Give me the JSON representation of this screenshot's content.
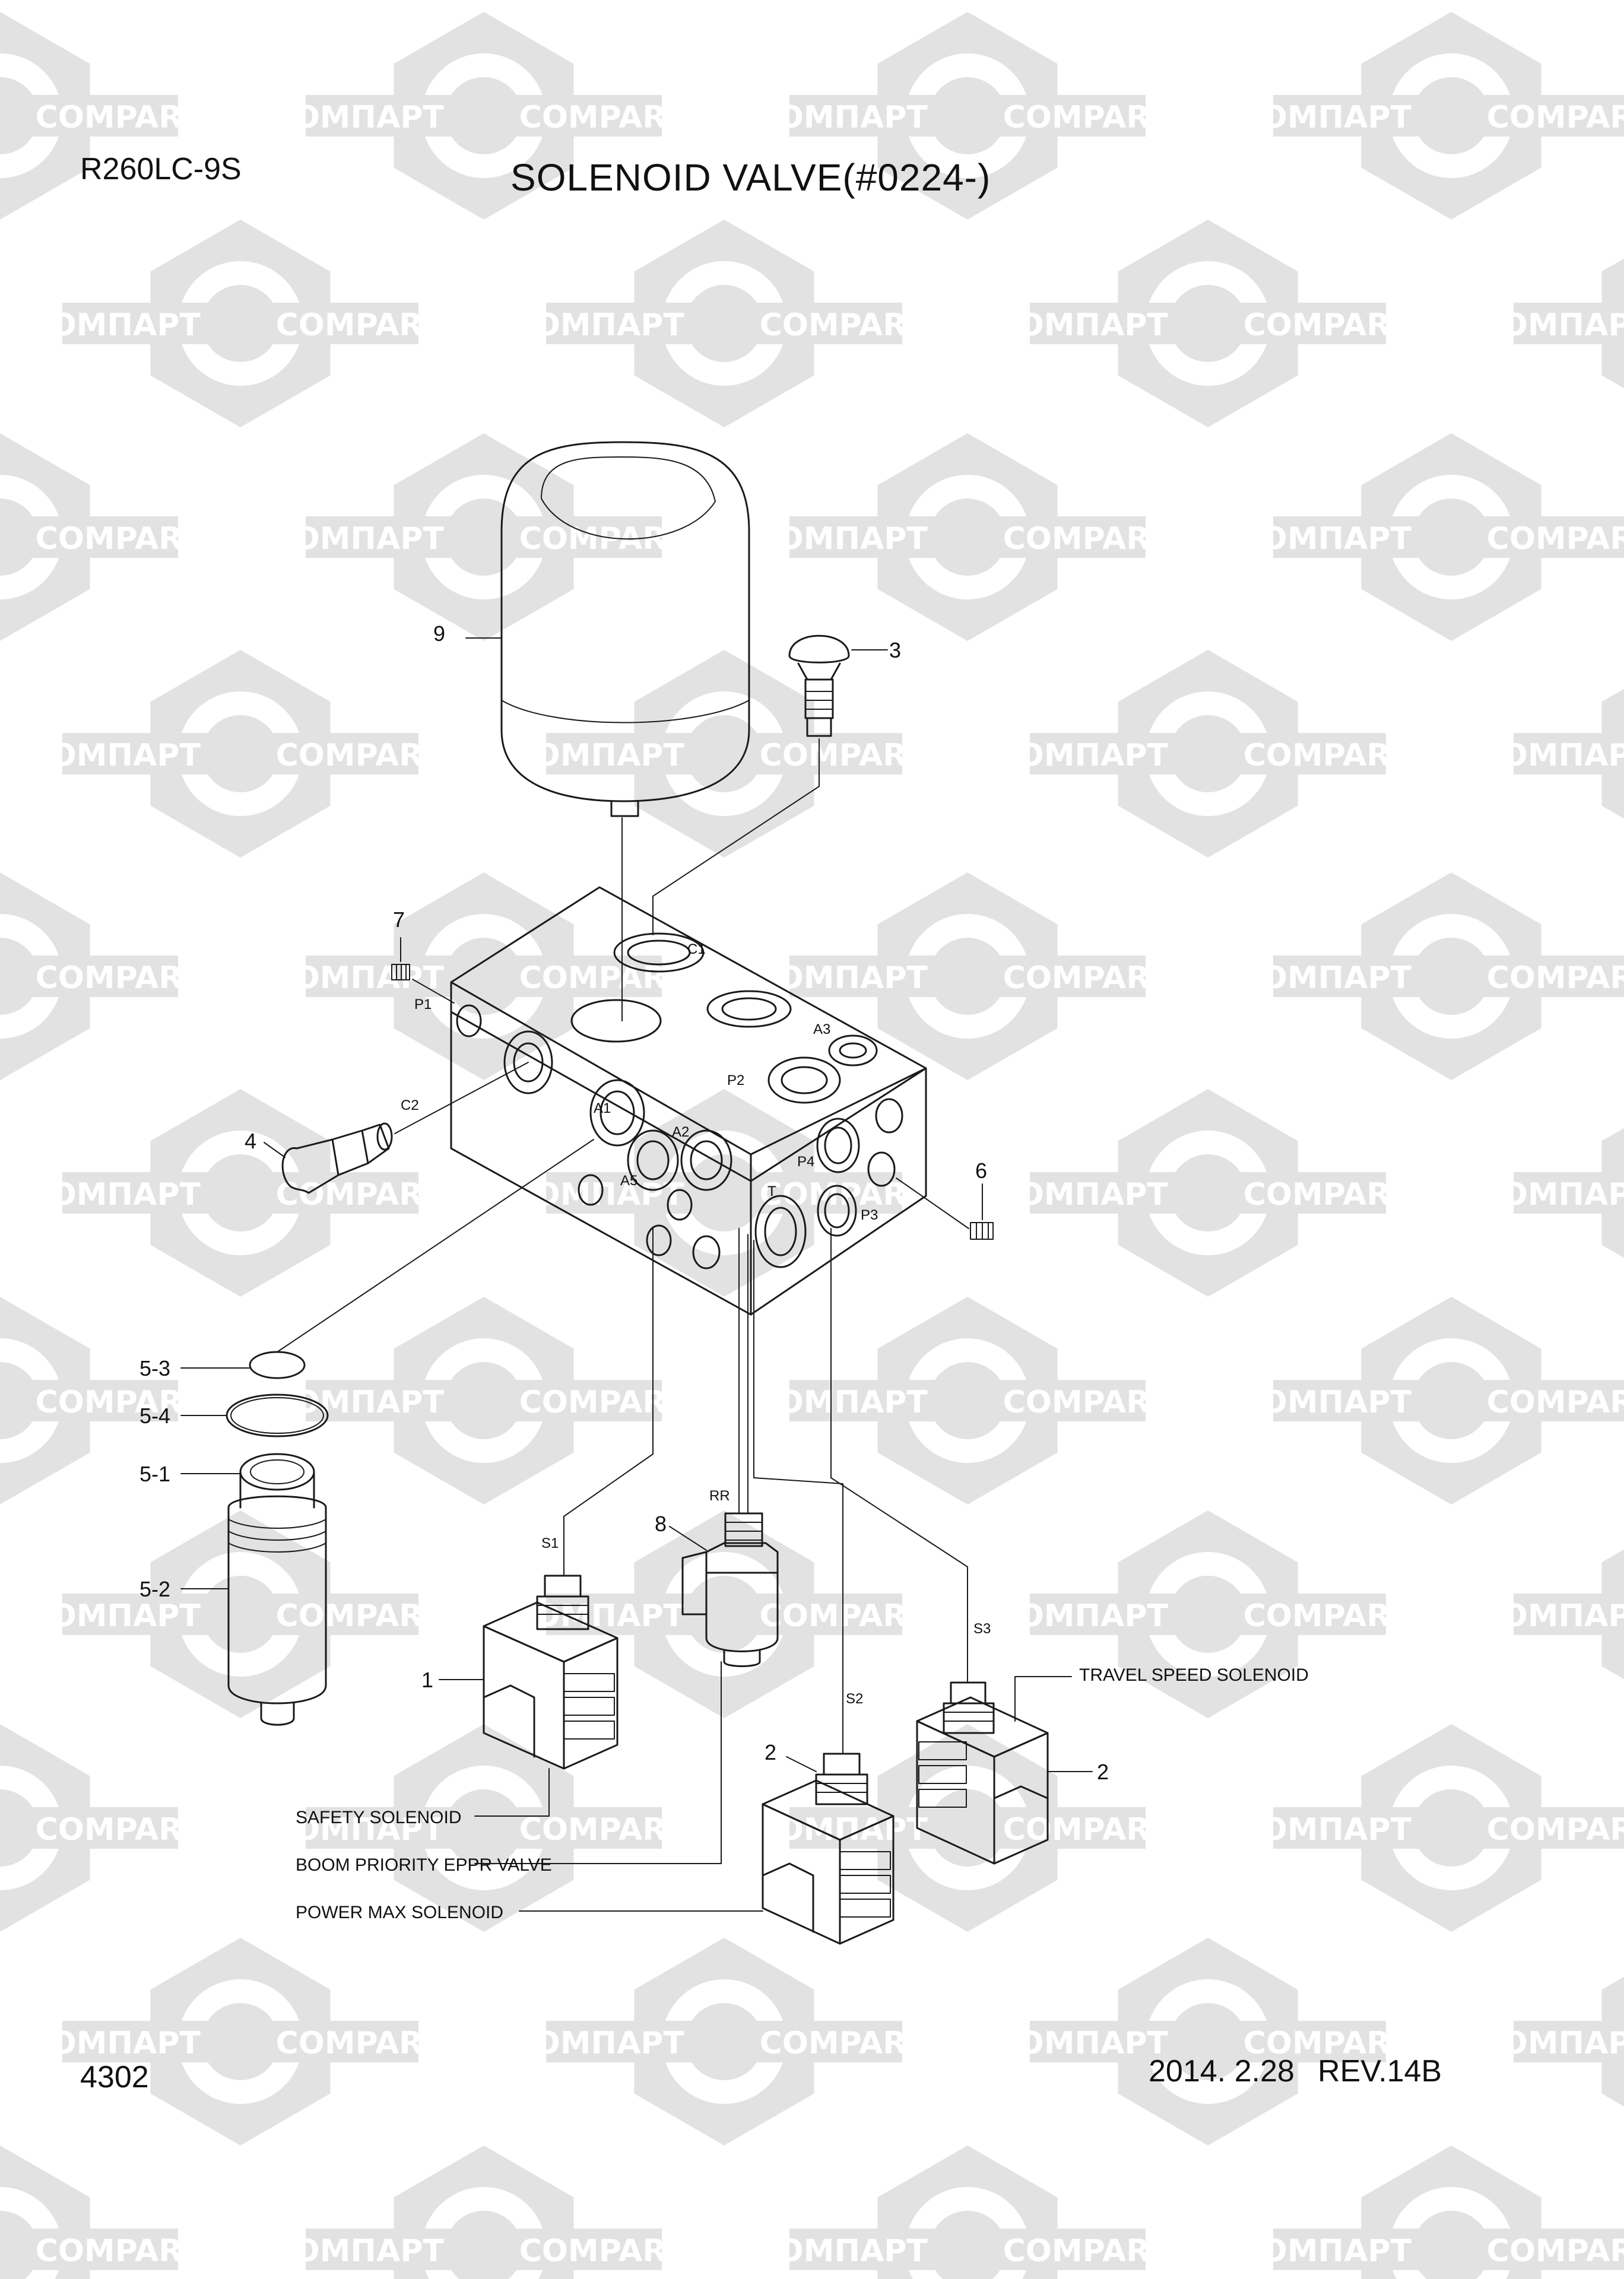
{
  "header": {
    "model": "R260LC-9S",
    "title": "SOLENOID VALVE(#0224-)"
  },
  "footer": {
    "page_number": "4302",
    "date": "2014. 2.28",
    "revision": "REV.14B"
  },
  "watermark": {
    "text_cyrillic": "КОМПАРТ",
    "text_latin": "COMPART",
    "color": "#e2e2e2"
  },
  "part_numbers": {
    "p1": "1",
    "p2a": "2",
    "p2b": "2",
    "p3": "3",
    "p4": "4",
    "p5_1": "5-1",
    "p5_2": "5-2",
    "p5_3": "5-3",
    "p5_4": "5-4",
    "p6": "6",
    "p7": "7",
    "p8": "8",
    "p9": "9"
  },
  "port_labels": {
    "c1": "C1",
    "c2": "C2",
    "p1": "P1",
    "p2": "P2",
    "p3": "P3",
    "p4": "P4",
    "a1": "A1",
    "a2": "A2",
    "a3": "A3",
    "a5": "A5",
    "t": "T",
    "s1": "S1",
    "s2": "S2",
    "s3": "S3",
    "rr": "RR"
  },
  "callouts": {
    "safety_solenoid": "SAFETY SOLENOID",
    "boom_priority": "BOOM PRIORITY EPPR VALVE",
    "power_max": "POWER MAX SOLENOID",
    "travel_speed": "TRAVEL SPEED SOLENOID"
  }
}
